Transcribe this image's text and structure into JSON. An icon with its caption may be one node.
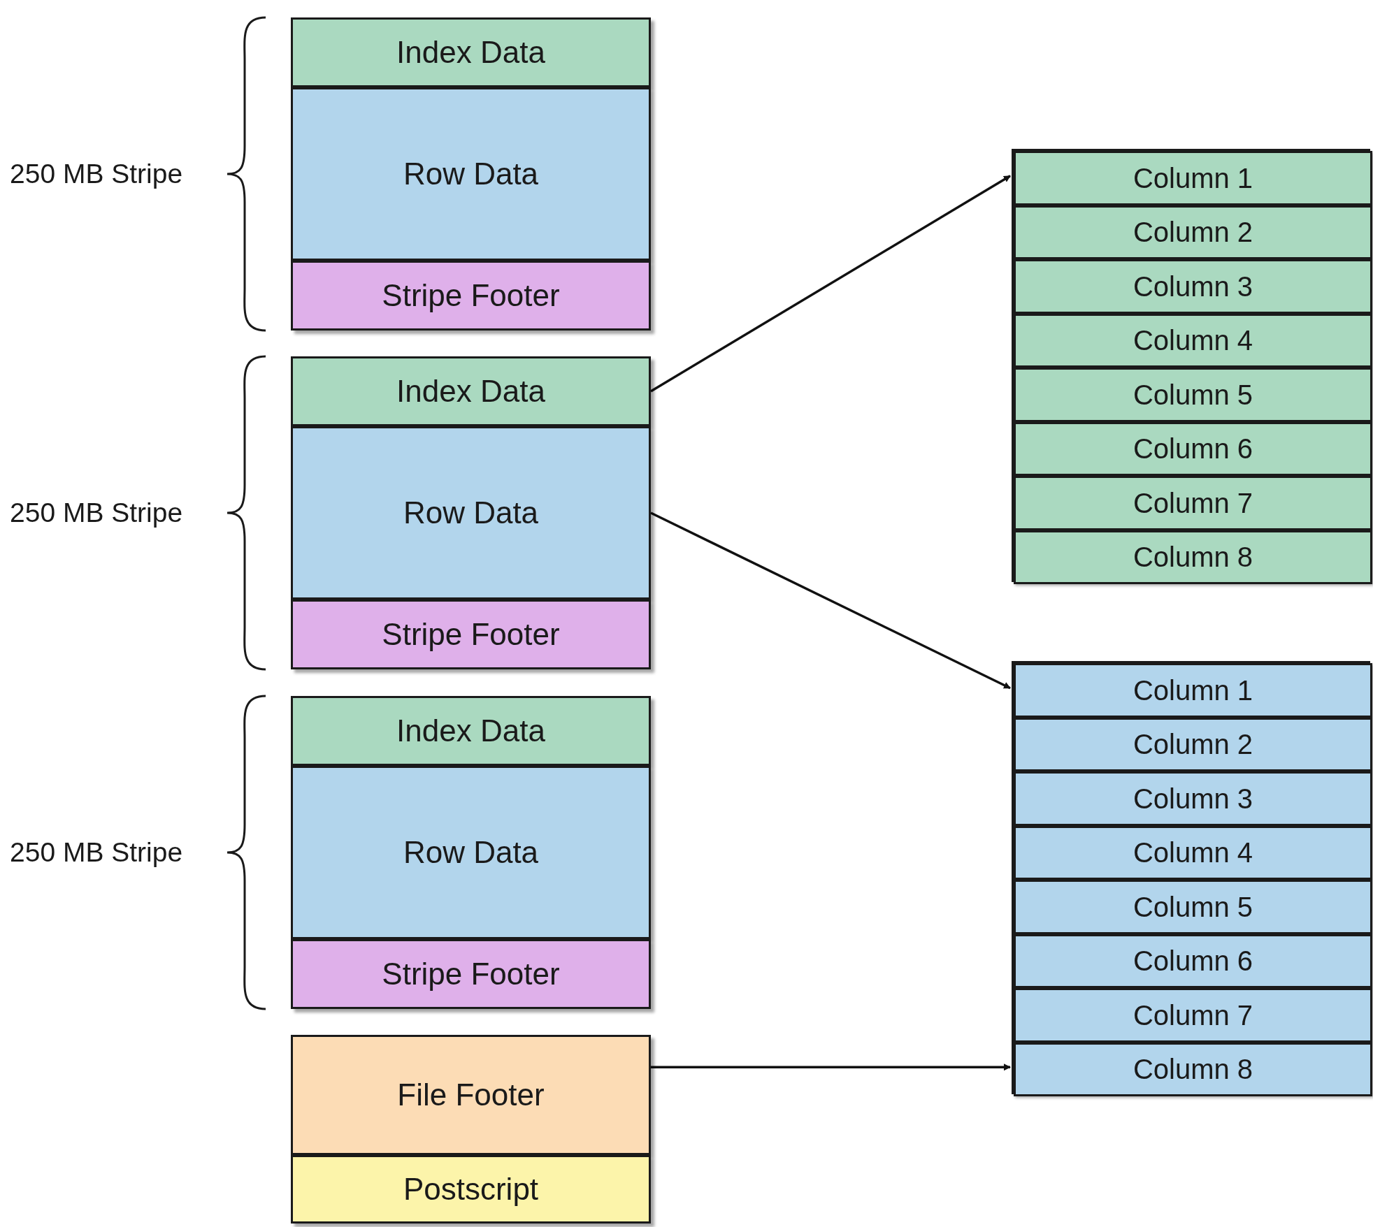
{
  "diagram": {
    "nodes": [
      {
        "text": [
          "Index Data"
        ]
      },
      {
        "text": [
          "Row Data"
        ]
      },
      {
        "text": [
          "Stripe Footer"
        ]
      },
      {
        "text": [
          "Index Data"
        ]
      },
      {
        "text": [
          "Row Data"
        ]
      },
      {
        "text": [
          "Stripe Footer"
        ]
      },
      {
        "text": [
          "Index Data"
        ]
      },
      {
        "text": [
          "Row Data"
        ]
      },
      {
        "text": [
          "Stripe Footer"
        ]
      },
      {
        "text": [
          "File Footer"
        ]
      },
      {
        "text": [
          "Postscript"
        ]
      },
      {
        "text": [],
        "shape": "box"
      },
      {
        "text": [
          "Column 1"
        ],
        "in": 11
      },
      {
        "text": [
          "Column 2"
        ],
        "in": 11
      },
      {
        "text": [
          "Column 3"
        ],
        "in": 11
      },
      {
        "text": [
          "Column 4"
        ],
        "in": 11
      },
      {
        "text": [
          "Column 5"
        ],
        "in": 11
      },
      {
        "text": [
          "Column 6"
        ],
        "in": 11
      },
      {
        "text": [
          "Column 7"
        ],
        "in": 11
      },
      {
        "text": [
          "Column 8"
        ],
        "in": 11
      },
      {
        "text": [],
        "shape": "box"
      },
      {
        "text": [
          "Column 1"
        ],
        "in": 20
      },
      {
        "text": [
          "Column 2"
        ],
        "in": 20
      },
      {
        "text": [
          "Column 3"
        ],
        "in": 20
      },
      {
        "text": [
          "Column 4"
        ],
        "in": 20
      },
      {
        "text": [
          "Column 5"
        ],
        "in": 20
      },
      {
        "text": [
          "Column 6"
        ],
        "in": 20
      },
      {
        "text": [
          "Column 7"
        ],
        "in": 20
      },
      {
        "text": [
          "Column 8"
        ],
        "in": 20
      }
    ],
    "edges": [
      {
        "from": 3,
        "to": 12,
        "arrow": "to"
      },
      {
        "from": 4,
        "to": 21,
        "arrow": "to"
      },
      {
        "from": 9,
        "to": 28,
        "arrow": "to"
      }
    ],
    "labels": [
      "250 MB Stripe",
      "250 MB Stripe",
      "250 MB Stripe"
    ]
  }
}
